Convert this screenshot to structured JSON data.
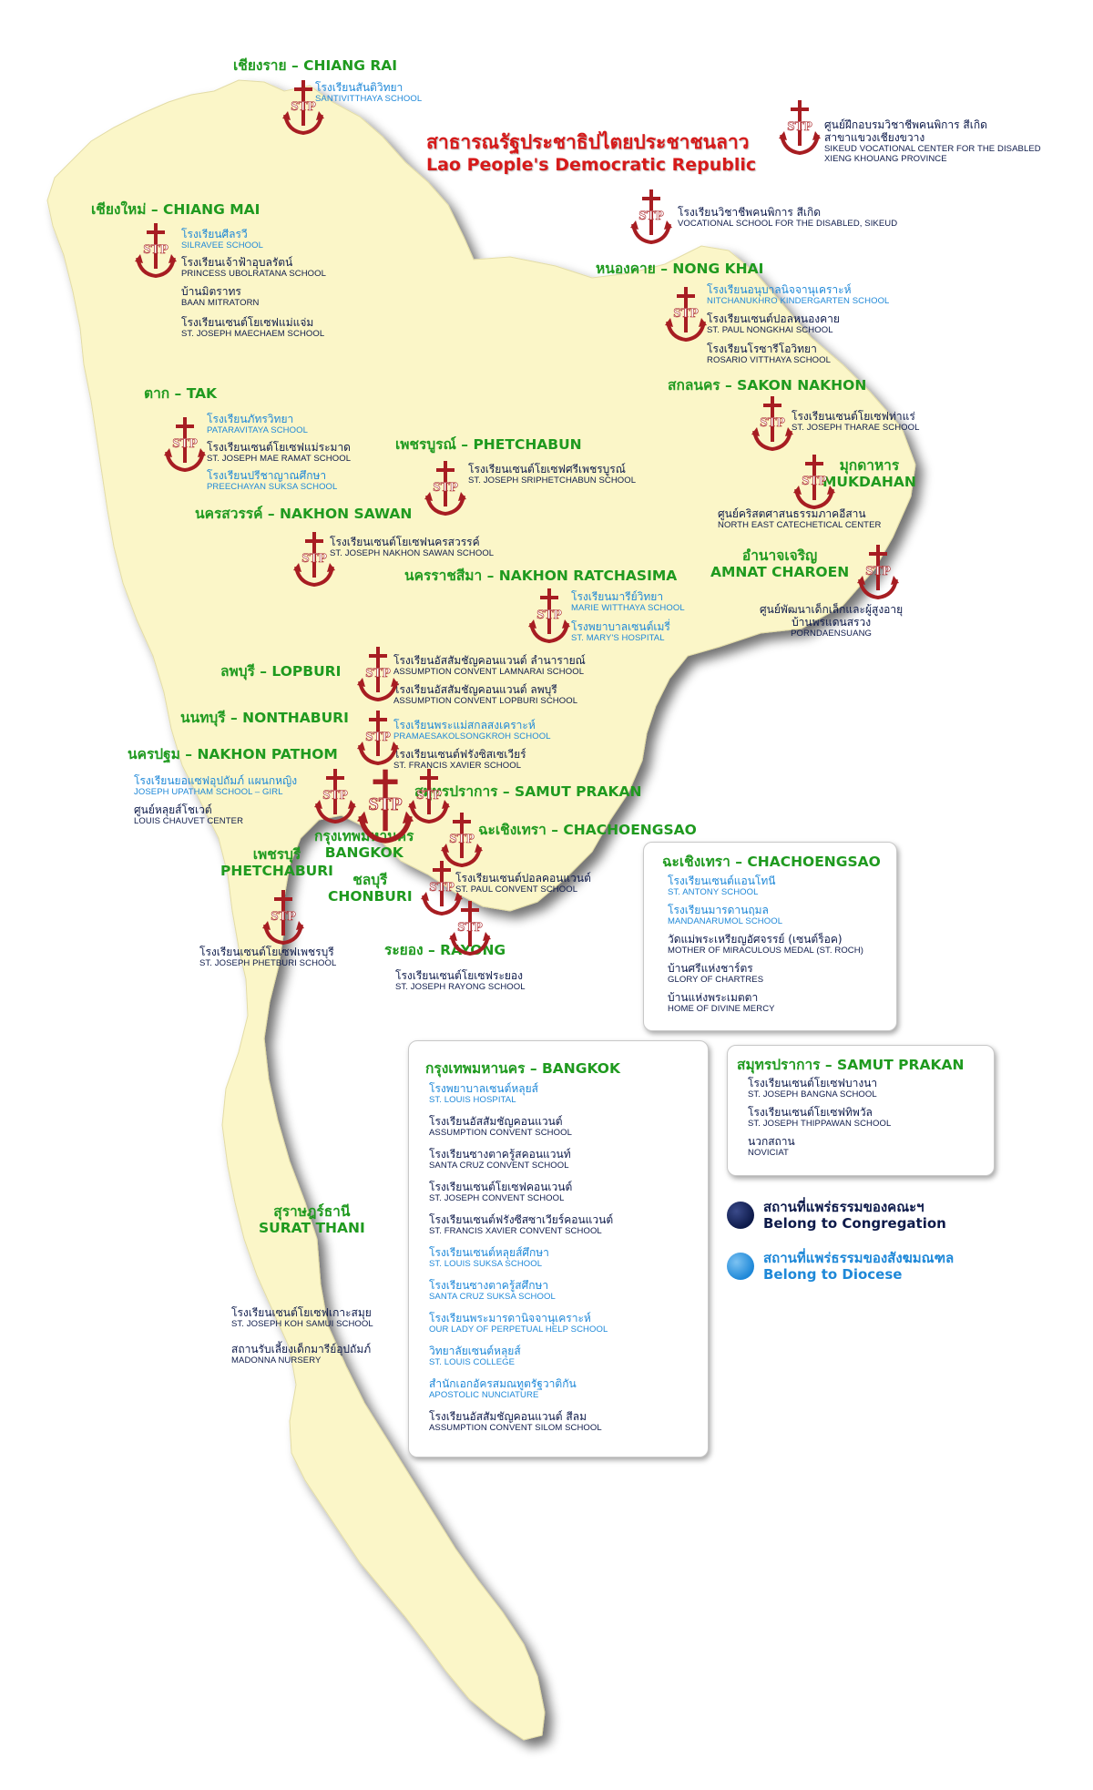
{
  "colors": {
    "map_fill": "#fbf6c8",
    "map_shadow": "#b5b5a0",
    "region_green": "#1f9a1f",
    "congregation_navy": "#0d1a4a",
    "diocese_blue": "#1e88d8",
    "lao_red": "#d61a1a",
    "badge_red": "#a71d22"
  },
  "badge_icon": "stp-anchor-cross-icon",
  "badge_text": "STP",
  "lao": {
    "thai": "สาธารณรัฐประชาธิปไตยประชาชนลาว",
    "english": "Lao People's Democratic Republic"
  },
  "regions": {
    "chiang_rai": "เชียงราย – CHIANG RAI",
    "chiang_mai": "เชียงใหม่ – CHIANG MAI",
    "tak": "ตาก – TAK",
    "nong_khai": "หนองคาย – NONG KHAI",
    "sakon_nakhon": "สกลนคร – SAKON NAKHON",
    "phetchabun": "เพชรบูรณ์ – PHETCHABUN",
    "mukdahan_th": "มุกดาหาร",
    "mukdahan_en": "MUKDAHAN",
    "nakhon_sawan": "นครสวรรค์ – NAKHON SAWAN",
    "amnat_th": "อำนาจเจริญ",
    "amnat_en": "AMNAT CHAROEN",
    "nakhon_ratchasima": "นครราชสีมา – NAKHON RATCHASIMA",
    "lopburi": "ลพบุรี – LOPBURI",
    "nonthaburi": "นนทบุรี – NONTHABURI",
    "nakhon_pathom": "นครปฐม – NAKHON PATHOM",
    "samut_prakan": "สมุทรปราการ – SAMUT PRAKAN",
    "chachoengsao": "ฉะเชิงเทรา – CHACHOENGSAO",
    "bangkok_th": "กรุงเทพมหานคร",
    "bangkok_en": "BANGKOK",
    "chonburi_th": "ชลบุรี",
    "chonburi_en": "CHONBURI",
    "phetchaburi_th": "เพชรบุรี",
    "phetchaburi_en": "PHETCHABURI",
    "rayong": "ระยอง – RAYONG",
    "surat_th": "สุราษฎร์ธานี",
    "surat_en": "SURAT THANI"
  },
  "inst": {
    "santivitthaya": {
      "th": "โรงเรียนสันติวิทยา",
      "en": "SANTIVITTHAYA SCHOOL"
    },
    "sikeud_center": {
      "th": "ศูนย์ฝึกอบรมวิชาชีพคนพิการ สีเกิด",
      "th2": "สาขาแขวงเชียงขวาง",
      "en": "SIKEUD VOCATIONAL CENTER FOR THE DISABLED",
      "en2": "XIENG KHOUANG PROVINCE"
    },
    "sikeud_school": {
      "th": "โรงเรียนวิชาชีพคนพิการ สีเกิด",
      "en": "VOCATIONAL SCHOOL FOR THE DISABLED, SIKEUD"
    },
    "silravee": {
      "th": "โรงเรียนศีลรวี",
      "en": "SILRAVEE SCHOOL"
    },
    "princess": {
      "th": "โรงเรียนเจ้าฟ้าอุบลรัตน์",
      "en": "PRINCESS UBOLRATANA SCHOOL"
    },
    "mitratorn": {
      "th": "บ้านมิตราทร",
      "en": "BAAN MITRATORN"
    },
    "maechaem": {
      "th": "โรงเรียนเซนต์โยเซฟแม่แจ่ม",
      "en": "ST. JOSEPH MAECHAEM SCHOOL"
    },
    "nitchanukhro": {
      "th": "โรงเรียนอนุบาลนิจจานุเคราะห์",
      "en": "NITCHANUKHRO KINDERGARTEN SCHOOL"
    },
    "paul_nongkhai": {
      "th": "โรงเรียนเซนต์ปอลหนองคาย",
      "en": "ST. PAUL NONGKHAI SCHOOL"
    },
    "rosario": {
      "th": "โรงเรียนโรซารีโอวิทยา",
      "en": "ROSARIO VITTHAYA SCHOOL"
    },
    "tharae": {
      "th": "โรงเรียนเซนต์โยเซฟท่าแร่",
      "en": "ST. JOSEPH THARAE SCHOOL"
    },
    "pataravitaya": {
      "th": "โรงเรียนภัทรวิทยา",
      "en": "PATARAVITAYA SCHOOL"
    },
    "maeramat": {
      "th": "โรงเรียนเซนต์โยเซฟแม่ระมาด",
      "en": "ST. JOSEPH MAE RAMAT SCHOOL"
    },
    "preechayan": {
      "th": "โรงเรียนปรีชาญาณศึกษา",
      "en": "PREECHAYAN SUKSA SCHOOL"
    },
    "sriphetchabun": {
      "th": "โรงเรียนเซนต์โยเซฟศรีเพชรบูรณ์",
      "en": "ST. JOSEPH SRIPHETCHABUN SCHOOL"
    },
    "catechetical": {
      "th": "ศูนย์คริสตศาสนธรรมภาคอีสาน",
      "en": "NORTH EAST CATECHETICAL CENTER"
    },
    "nakhonsawan": {
      "th": "โรงเรียนเซนต์โยเซฟนครสวรรค์",
      "en": "ST. JOSEPH NAKHON SAWAN SCHOOL"
    },
    "porndaensuang": {
      "th": "ศูนย์พัฒนาเด็กเล็กและผู้สูงอายุ",
      "th2": "บ้านพรแดนสรวง",
      "en": "PORNDAENSUANG"
    },
    "mariewitthaya": {
      "th": "โรงเรียนมารีย์วิทยา",
      "en": "MARIE WITTHAYA SCHOOL"
    },
    "stmary": {
      "th": "โรงพยาบาลเซนต์เมรี่",
      "en": "ST. MARY'S HOSPITAL"
    },
    "lamnarai": {
      "th": "โรงเรียนอัสสัมชัญคอนแวนต์ ลำนารายณ์",
      "en": "ASSUMPTION CONVENT LAMNARAI SCHOOL"
    },
    "ac_lopburi": {
      "th": "โรงเรียนอัสสัมชัญคอนแวนต์ ลพบุรี",
      "en": "ASSUMPTION CONVENT LOPBURI SCHOOL"
    },
    "pramaesakol": {
      "th": "โรงเรียนพระแม่สกลสงเคราะห์",
      "en": "PRAMAESAKOLSONGKROH SCHOOL"
    },
    "fx_nonthaburi": {
      "th": "โรงเรียนเซนต์ฟรังซิสเซเวียร์",
      "en": "ST. FRANCIS XAVIER SCHOOL"
    },
    "upatham": {
      "th": "โรงเรียนยอแซฟอุปถัมภ์ แผนกหญิง",
      "en": "JOSEPH UPATHAM SCHOOL – GIRL"
    },
    "chauvet": {
      "th": "ศูนย์หลุยส์โชเวต์",
      "en": "LOUIS CHAUVET CENTER"
    },
    "paul_convent": {
      "th": "โรงเรียนเซนต์ปอลคอนแวนต์",
      "en": "ST. PAUL CONVENT SCHOOL"
    },
    "phetburi": {
      "th": "โรงเรียนเซนต์โยเซฟเพชรบุรี",
      "en": "ST. JOSEPH PHETBURI SCHOOL"
    },
    "rayong": {
      "th": "โรงเรียนเซนต์โยเซฟระยอง",
      "en": "ST. JOSEPH RAYONG SCHOOL"
    },
    "kohsamui": {
      "th": "โรงเรียนเซนต์โยเซฟเกาะสมุย",
      "en": "ST. JOSEPH KOH SAMUI SCHOOL"
    },
    "madonna": {
      "th": "สถานรับเลี้ยงเด็กมารีย์อุปถัมภ์",
      "en": "MADONNA NURSERY"
    }
  },
  "boxes": {
    "chachoengsao": {
      "title": "ฉะเชิงเทรา – CHACHOENGSAO",
      "items": [
        {
          "th": "โรงเรียนเซนต์แอนโทนี",
          "en": "ST. ANTONY SCHOOL",
          "kind": "blue"
        },
        {
          "th": "โรงเรียนมารดานฤมล",
          "en": "MANDANARUMOL SCHOOL",
          "kind": "blue"
        },
        {
          "th": "วัดแม่พระเหรียญอัศจรรย์ (เซนต์ร็อค)",
          "en": "MOTHER OF MIRACULOUS MEDAL (ST. ROCH)",
          "kind": "navy"
        },
        {
          "th": "บ้านศรีแห่งชาร์ตร",
          "en": "GLORY OF CHARTRES",
          "kind": "navy"
        },
        {
          "th": "บ้านแห่งพระเมตตา",
          "en": "HOME OF DIVINE MERCY",
          "kind": "navy"
        }
      ]
    },
    "samut_prakan": {
      "title": "สมุทรปราการ – SAMUT PRAKAN",
      "items": [
        {
          "th": "โรงเรียนเซนต์โยเซฟบางนา",
          "en": "ST. JOSEPH BANGNA SCHOOL",
          "kind": "navy"
        },
        {
          "th": "โรงเรียนเซนต์โยเซฟทิพวัล",
          "en": "ST. JOSEPH THIPPAWAN SCHOOL",
          "kind": "navy"
        },
        {
          "th": "นวกสถาน",
          "en": "NOVICIAT",
          "kind": "navy"
        }
      ]
    },
    "bangkok": {
      "title": "กรุงเทพมหานคร – BANGKOK",
      "items": [
        {
          "th": "โรงพยาบาลเซนต์หลุยส์",
          "en": "ST. LOUIS HOSPITAL",
          "kind": "blue"
        },
        {
          "th": "โรงเรียนอัสสัมชัญคอนแวนต์",
          "en": "ASSUMPTION CONVENT SCHOOL",
          "kind": "navy"
        },
        {
          "th": "โรงเรียนซางตาครู้สคอนแวนท์",
          "en": "SANTA CRUZ CONVENT SCHOOL",
          "kind": "navy"
        },
        {
          "th": "โรงเรียนเซนต์โยเซฟคอนเวนต์",
          "en": "ST. JOSEPH CONVENT SCHOOL",
          "kind": "navy"
        },
        {
          "th": "โรงเรียนเซนต์ฟรังซีสซาเวียร์คอนแวนต์",
          "en": "ST. FRANCIS XAVIER CONVENT SCHOOL",
          "kind": "navy"
        },
        {
          "th": "โรงเรียนเซนต์หลุยส์ศึกษา",
          "en": "ST. LOUIS SUKSA SCHOOL",
          "kind": "blue"
        },
        {
          "th": "โรงเรียนซางตาครู้สศึกษา",
          "en": "SANTA CRUZ SUKSA SCHOOL",
          "kind": "blue"
        },
        {
          "th": "โรงเรียนพระมารดานิจจานุเคราะห์",
          "en": "OUR LADY OF PERPETUAL HELP SCHOOL",
          "kind": "blue"
        },
        {
          "th": "วิทยาลัยเซนต์หลุยส์",
          "en": "ST. LOUIS COLLEGE",
          "kind": "blue"
        },
        {
          "th": "สำนักเอกอัครสมณทูตรัฐวาติกัน",
          "en": "APOSTOLIC NUNCIATURE",
          "kind": "blue"
        },
        {
          "th": "โรงเรียนอัสสัมชัญคอนแวนต์ สีลม",
          "en": "ASSUMPTION CONVENT SILOM SCHOOL",
          "kind": "navy"
        }
      ]
    }
  },
  "legend": {
    "congregation_th": "สถานที่แพร่ธรรมของคณะฯ",
    "congregation_en": "Belong to Congregation",
    "diocese_th": "สถานที่แพร่ธรรมของสังฆมณฑล",
    "diocese_en": "Belong to Diocese"
  }
}
